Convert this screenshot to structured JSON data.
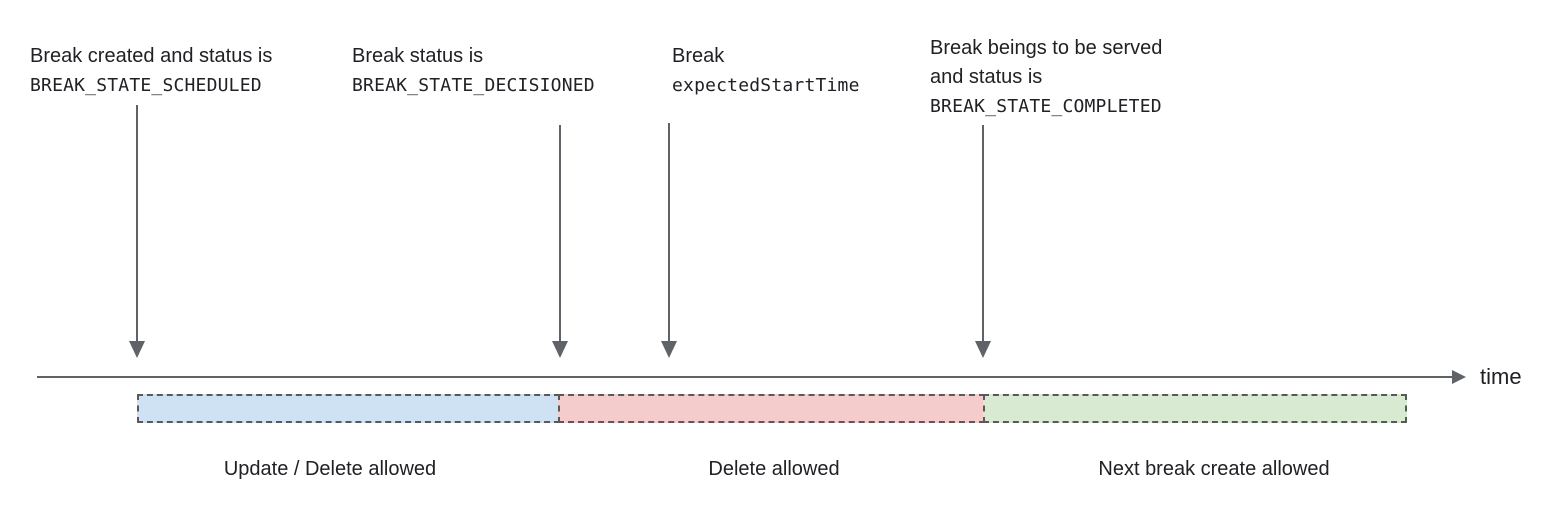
{
  "annotations": [
    {
      "text_lines": [
        "Break created and status is"
      ],
      "code": "BREAK_STATE_SCHEDULED"
    },
    {
      "text_lines": [
        "Break status is"
      ],
      "code": "BREAK_STATE_DECISIONED"
    },
    {
      "text_lines": [
        "Break"
      ],
      "code": "expectedStartTime"
    },
    {
      "text_lines": [
        "Break beings to be served",
        "and status is"
      ],
      "code": "BREAK_STATE_COMPLETED"
    }
  ],
  "timeline": {
    "axis_label": "time"
  },
  "segments": [
    {
      "label": "Update / Delete allowed",
      "fill": "#cfe2f3"
    },
    {
      "label": "Delete allowed",
      "fill": "#f4cccc"
    },
    {
      "label": "Next break create allowed",
      "fill": "#d9ead3"
    }
  ],
  "colors": {
    "arrow": "#5f6368",
    "text": "#202124",
    "dashed_border": "#595959"
  }
}
